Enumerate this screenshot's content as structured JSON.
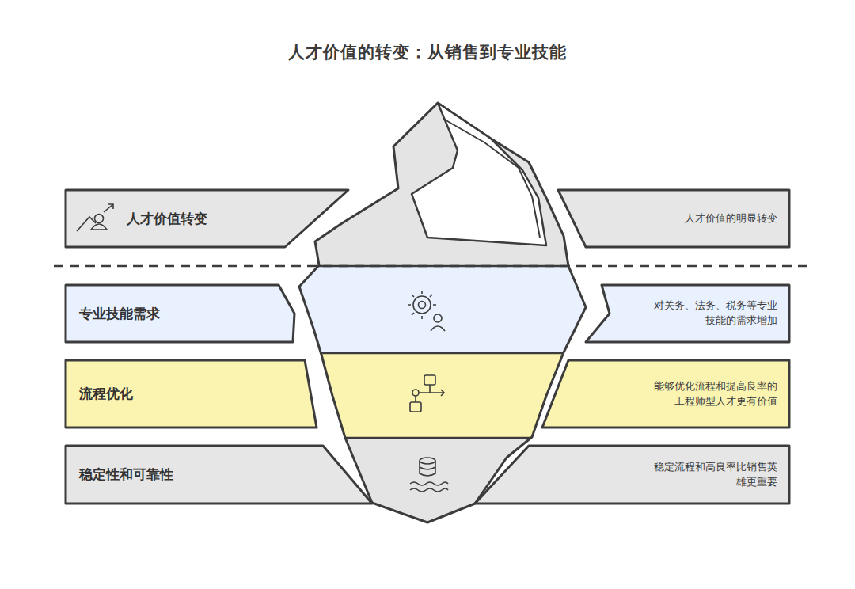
{
  "diagram": {
    "title": "人才价值的转变：从销售到专业技能",
    "nodes": [
      {
        "text": [
          "人才价值转变"
        ]
      },
      {
        "text": [
          "人才价值的明显转变"
        ]
      },
      {
        "text": [
          "专业技能需求"
        ]
      },
      {
        "text": [
          "对关务、法务、税务等专业技能的需求增加"
        ]
      },
      {
        "text": [
          "流程优化"
        ]
      },
      {
        "text": [
          "能够优化流程和提高良率的工程师型人才更有价值"
        ]
      },
      {
        "text": [
          "稳定性和可靠性"
        ]
      },
      {
        "text": [
          "稳定流程和高良率比销售英雄更重要"
        ]
      }
    ]
  }
}
